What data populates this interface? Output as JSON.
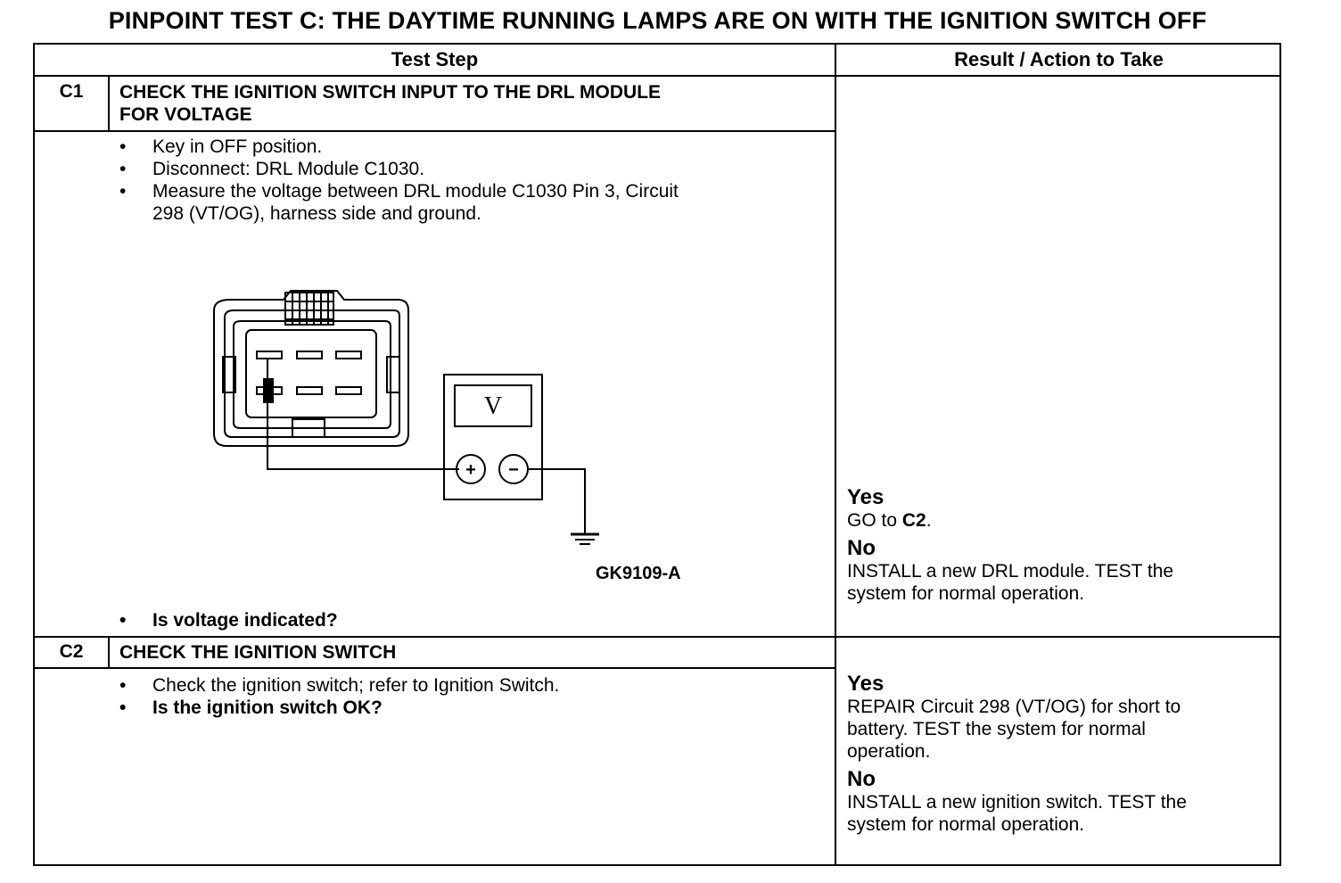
{
  "title": "PINPOINT TEST  C: THE DAYTIME RUNNING LAMPS ARE ON WITH THE IGNITION SWITCH OFF",
  "columns": {
    "test_step": "Test Step",
    "result": "Result / Action to Take"
  },
  "steps": [
    {
      "id": "C1",
      "title_lines": [
        "CHECK THE IGNITION SWITCH INPUT TO THE DRL MODULE",
        "FOR VOLTAGE"
      ],
      "bullets": [
        "Key in OFF position.",
        "Disconnect: DRL Module C1030.",
        "Measure the voltage between DRL module C1030 Pin 3, Circuit",
        "298 (VT/OG), harness side and ground."
      ],
      "question": "Is voltage indicated?",
      "figure": {
        "meter_symbol": "V",
        "plus": "+",
        "minus": "−",
        "label": "GK9109-A"
      },
      "results": [
        {
          "label": "Yes",
          "text_prefix": "GO to ",
          "text_bold": "C2",
          "text_suffix": "."
        },
        {
          "label": "No",
          "lines": [
            "INSTALL a new DRL module. TEST the",
            "system for normal operation."
          ]
        }
      ]
    },
    {
      "id": "C2",
      "title_lines": [
        "CHECK THE IGNITION SWITCH"
      ],
      "bullets": [
        "Check the ignition switch; refer to Ignition Switch."
      ],
      "question": "Is the ignition switch OK?",
      "results": [
        {
          "label": "Yes",
          "lines": [
            "REPAIR Circuit 298 (VT/OG) for short to",
            "battery. TEST the system for normal",
            "operation."
          ]
        },
        {
          "label": "No",
          "lines": [
            "INSTALL a new ignition switch. TEST the",
            "system for normal operation."
          ]
        }
      ]
    }
  ],
  "bullet_char": "•"
}
